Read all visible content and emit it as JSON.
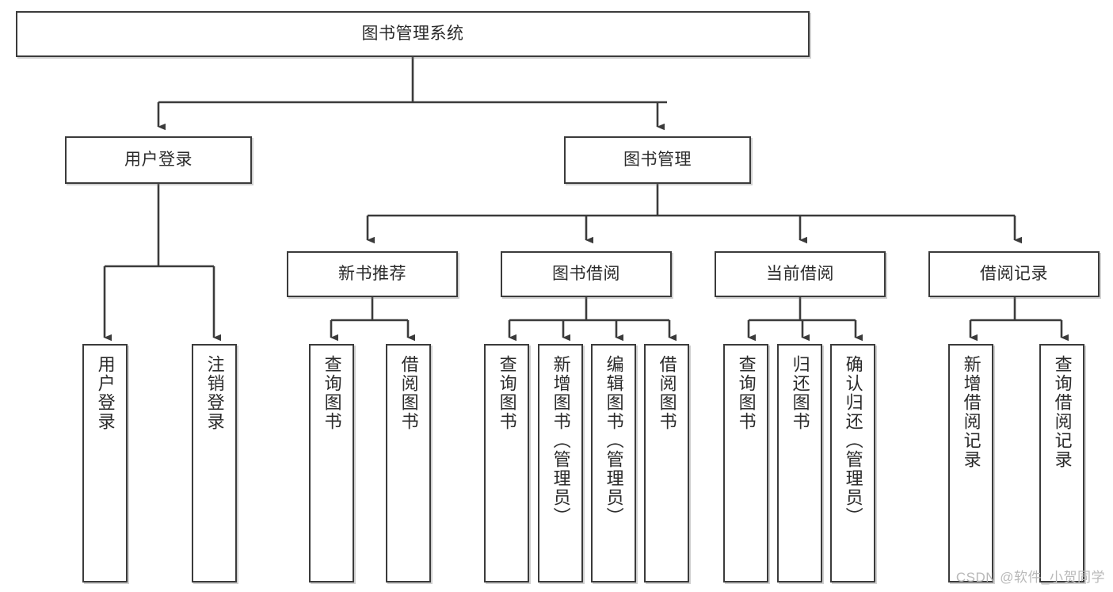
{
  "diagram": {
    "type": "tree-hierarchy-chart",
    "title": "图书管理系统",
    "stroke_color": "#3b3b3b",
    "text_color": "#2b2b2b",
    "background_color": "#ffffff",
    "nodes": {
      "root": {
        "label": "图书管理系统",
        "level": 1,
        "orientation": "horizontal"
      },
      "user_login": {
        "label": "用户登录",
        "level": 2,
        "orientation": "horizontal"
      },
      "book_manage": {
        "label": "图书管理",
        "level": 2,
        "orientation": "horizontal"
      },
      "new_book_rec": {
        "label": "新书推荐",
        "level": 3,
        "orientation": "horizontal"
      },
      "book_borrow": {
        "label": "图书借阅",
        "level": 3,
        "orientation": "horizontal"
      },
      "current_borrow": {
        "label": "当前借阅",
        "level": 3,
        "orientation": "horizontal"
      },
      "borrow_record": {
        "label": "借阅记录",
        "level": 3,
        "orientation": "horizontal"
      },
      "leaf_user_login": {
        "label": "用户登录",
        "level": 3,
        "orientation": "vertical"
      },
      "leaf_logout": {
        "label": "注销登录",
        "level": 3,
        "orientation": "vertical"
      },
      "leaf_query_book_1": {
        "label": "查询图书",
        "level": 4,
        "orientation": "vertical"
      },
      "leaf_borrow_book_1": {
        "label": "借阅图书",
        "level": 4,
        "orientation": "vertical"
      },
      "leaf_query_book_2": {
        "label": "查询图书",
        "level": 4,
        "orientation": "vertical"
      },
      "leaf_add_book": {
        "label": "新增图书（管理员）",
        "level": 4,
        "orientation": "vertical"
      },
      "leaf_edit_book": {
        "label": "编辑图书（管理员）",
        "level": 4,
        "orientation": "vertical"
      },
      "leaf_borrow_book_2": {
        "label": "借阅图书",
        "level": 4,
        "orientation": "vertical"
      },
      "leaf_query_book_3": {
        "label": "查询图书",
        "level": 4,
        "orientation": "vertical"
      },
      "leaf_return_book": {
        "label": "归还图书",
        "level": 4,
        "orientation": "vertical"
      },
      "leaf_confirm_return": {
        "label": "确认归还（管理员）",
        "level": 4,
        "orientation": "vertical"
      },
      "leaf_add_record": {
        "label": "新增借阅记录",
        "level": 4,
        "orientation": "vertical"
      },
      "leaf_query_record": {
        "label": "查询借阅记录",
        "level": 4,
        "orientation": "vertical"
      }
    },
    "edges": [
      {
        "from": "root",
        "to": "user_login"
      },
      {
        "from": "root",
        "to": "book_manage"
      },
      {
        "from": "user_login",
        "to": "leaf_user_login"
      },
      {
        "from": "user_login",
        "to": "leaf_logout"
      },
      {
        "from": "book_manage",
        "to": "new_book_rec"
      },
      {
        "from": "book_manage",
        "to": "book_borrow"
      },
      {
        "from": "book_manage",
        "to": "current_borrow"
      },
      {
        "from": "book_manage",
        "to": "borrow_record"
      },
      {
        "from": "new_book_rec",
        "to": "leaf_query_book_1"
      },
      {
        "from": "new_book_rec",
        "to": "leaf_borrow_book_1"
      },
      {
        "from": "book_borrow",
        "to": "leaf_query_book_2"
      },
      {
        "from": "book_borrow",
        "to": "leaf_add_book"
      },
      {
        "from": "book_borrow",
        "to": "leaf_edit_book"
      },
      {
        "from": "book_borrow",
        "to": "leaf_borrow_book_2"
      },
      {
        "from": "current_borrow",
        "to": "leaf_query_book_3"
      },
      {
        "from": "current_borrow",
        "to": "leaf_return_book"
      },
      {
        "from": "current_borrow",
        "to": "leaf_confirm_return"
      },
      {
        "from": "borrow_record",
        "to": "leaf_add_record"
      },
      {
        "from": "borrow_record",
        "to": "leaf_query_record"
      }
    ]
  },
  "watermark": {
    "text": "CSDN @软件_小贺同学"
  }
}
